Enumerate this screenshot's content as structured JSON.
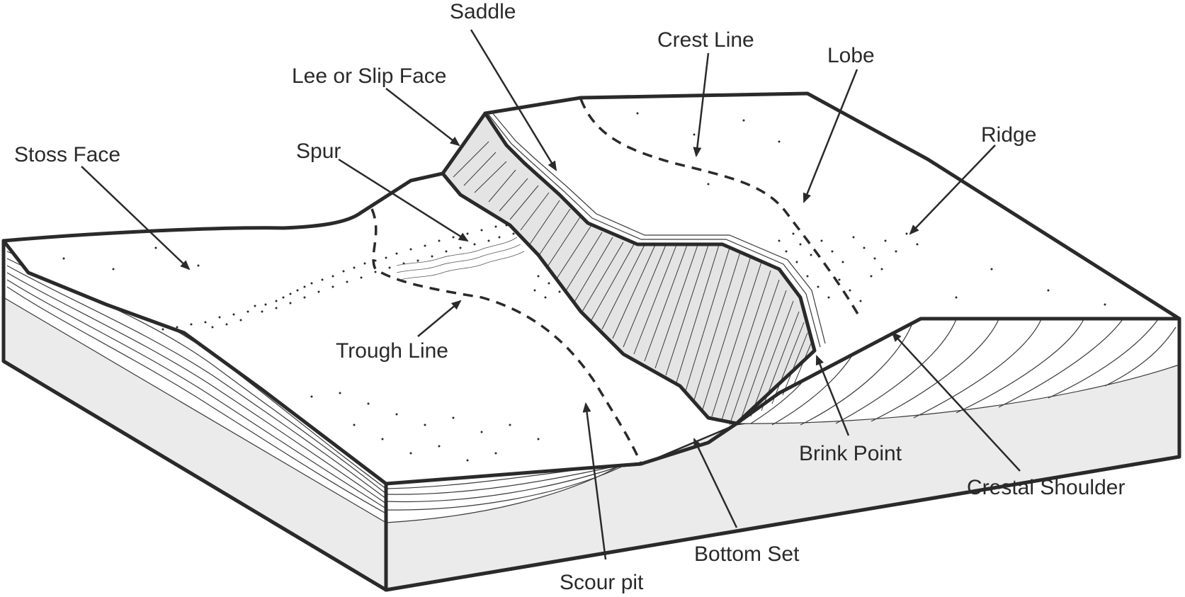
{
  "labels": {
    "saddle": "Saddle",
    "crest_line": "Crest Line",
    "lee_or_slip_face": "Lee or Slip Face",
    "lobe": "Lobe",
    "stoss_face": "Stoss Face",
    "spur": "Spur",
    "ridge": "Ridge",
    "trough_line": "Trough Line",
    "brink_point": "Brink Point",
    "crestal_shoulder": "Crestal Shoulder",
    "bottom_set": "Bottom Set",
    "scour_pit": "Scour pit"
  },
  "colors": {
    "ink": "#2a2a2a",
    "slip_face_fill": "#e4e4e4",
    "block_side_fill": "#ebebeb",
    "surface_fill": "#ffffff"
  }
}
